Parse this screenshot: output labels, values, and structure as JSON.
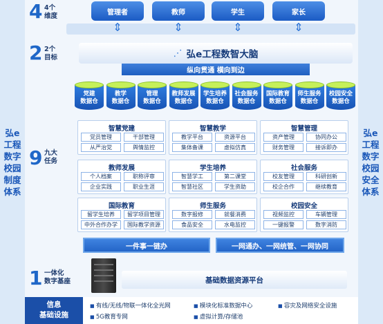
{
  "left_pillar": "弘e工程数字校园制度体系",
  "right_pillar": "弘e工程数字校园安全体系",
  "dimensions": {
    "num": "4",
    "label_1": "4个",
    "label_2": "维度",
    "roles": [
      "管理者",
      "教师",
      "学生",
      "家长"
    ]
  },
  "goals": {
    "num": "2",
    "label_1": "2个",
    "label_2": "目标",
    "brain_title": "弘e工程数智大脑",
    "subtitle": "纵向贯通  横向到边"
  },
  "tasks": {
    "num": "9",
    "label_1": "九大",
    "label_2": "任务",
    "warehouses": [
      {
        "l1": "党建",
        "l2": "数据仓"
      },
      {
        "l1": "教学",
        "l2": "数据仓"
      },
      {
        "l1": "管理",
        "l2": "数据仓"
      },
      {
        "l1": "教师发展",
        "l2": "数据仓"
      },
      {
        "l1": "学生培养",
        "l2": "数据仓"
      },
      {
        "l1": "社会服务",
        "l2": "数据仓"
      },
      {
        "l1": "国际教育",
        "l2": "数据仓"
      },
      {
        "l1": "师生服务",
        "l2": "数据仓"
      },
      {
        "l1": "校园安全",
        "l2": "数据仓"
      }
    ],
    "panels": [
      {
        "title": "智慧党建",
        "items": [
          "党员管理",
          "干部管理",
          "从严治党",
          "舆情监控"
        ]
      },
      {
        "title": "智慧教学",
        "items": [
          "教学平台",
          "资源平台",
          "集体备课",
          "虚拟仿真"
        ]
      },
      {
        "title": "智慧管理",
        "items": [
          "资产管理",
          "协同办公",
          "财务管理",
          "接诉即办"
        ]
      },
      {
        "title": "教师发展",
        "items": [
          "个人档案",
          "职称评审",
          "企业实践",
          "职业生涯"
        ]
      },
      {
        "title": "学生培养",
        "items": [
          "智慧学工",
          "第二课堂",
          "智慧社区",
          "学生资助"
        ]
      },
      {
        "title": "社会服务",
        "items": [
          "校友管理",
          "科研创新",
          "校企合作",
          "继续教育"
        ]
      },
      {
        "title": "国际教育",
        "items": [
          "留学生培养",
          "留学项目管理",
          "中外合作办学",
          "国际教学资源"
        ]
      },
      {
        "title": "师生服务",
        "items": [
          "数字报修",
          "就餐消费",
          "食品安全",
          "水电监控"
        ]
      },
      {
        "title": "校园安全",
        "items": [
          "视频监控",
          "车辆管理",
          "一键报警",
          "数字消防"
        ]
      }
    ],
    "bar_left": "一件事一链办",
    "bar_right": "一网通办、一网统管、一网协同"
  },
  "base": {
    "num": "1",
    "label_1": "一体化",
    "label_2": "数字基座",
    "platform": "基础数据资源平台"
  },
  "infra": {
    "label_1": "信息",
    "label_2": "基础设施",
    "items": [
      "有线/无线/物联一体化全光网",
      "模块化标准数据中心",
      "容灾及网络安全设施",
      "5G教育专网",
      "虚拟计算/存储池"
    ]
  }
}
